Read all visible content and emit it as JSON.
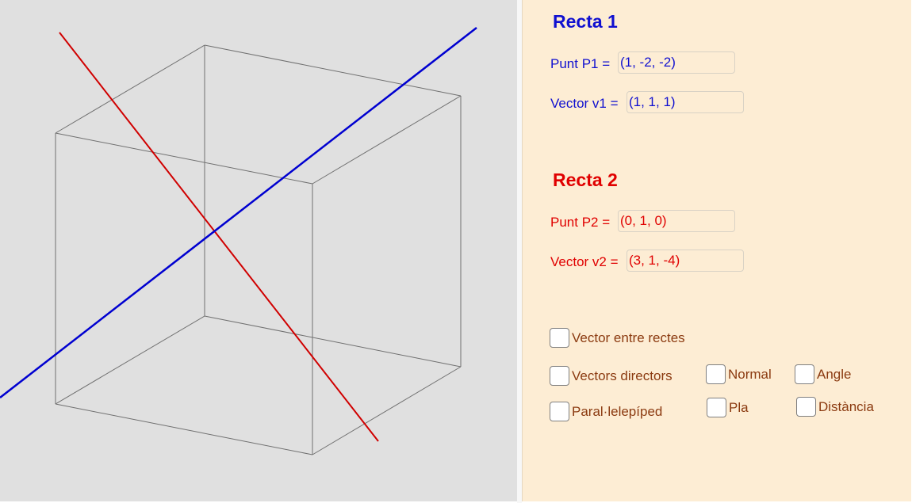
{
  "view3d": {
    "colors": {
      "background": "#e0e0e0",
      "line1": "#0000d0",
      "line2": "#d00000",
      "cube": "#707070"
    }
  },
  "panel": {
    "background": "#fdedd4",
    "recta1": {
      "title": "Recta 1",
      "point_label": "Punt P1 =",
      "point_value": "(1, -2, -2)",
      "vector_label": "Vector v1 =",
      "vector_value": "(1, 1, 1)",
      "color": "#1010d0"
    },
    "recta2": {
      "title": "Recta 2",
      "point_label": "Punt P2 =",
      "point_value": "(0, 1, 0)",
      "vector_label": "Vector v2 =",
      "vector_value": "(3, 1, -4)",
      "color": "#e00000"
    },
    "checkboxes": {
      "vector_entre_rectes": {
        "label": "Vector entre rectes",
        "checked": false
      },
      "vectors_directors": {
        "label": "Vectors directors",
        "checked": false
      },
      "normal": {
        "label": "Normal",
        "checked": false
      },
      "angle": {
        "label": "Angle",
        "checked": false
      },
      "paralelepiped": {
        "label": "Paral·lelepíped",
        "checked": false
      },
      "pla": {
        "label": "Pla",
        "checked": false
      },
      "distancia": {
        "label": "Distància",
        "checked": false
      }
    }
  }
}
